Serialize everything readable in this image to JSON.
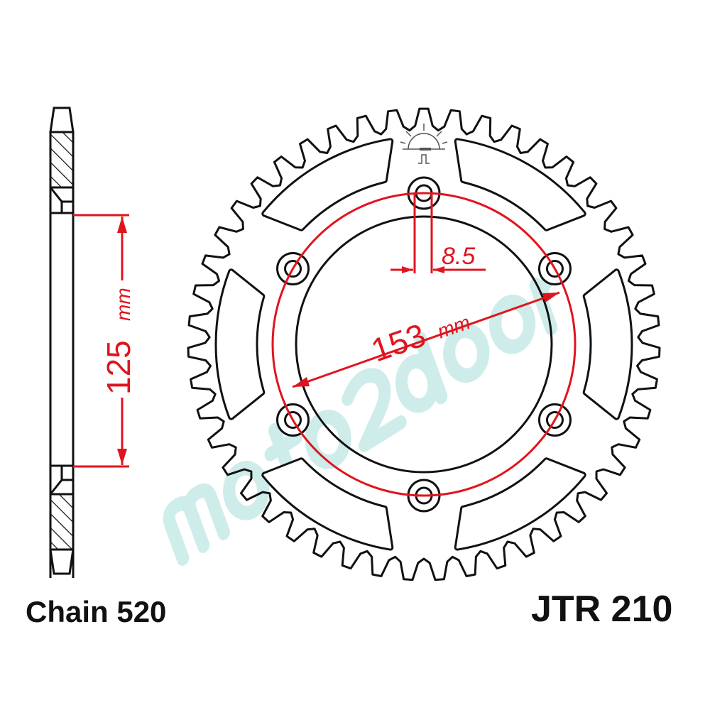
{
  "labels": {
    "chain": "Chain 520",
    "model": "JTR 210"
  },
  "dimensions": {
    "hub_height": "125",
    "hub_height_unit": "mm",
    "bolt_circle": "153",
    "bolt_circle_unit": "mm",
    "bolt_hole": "8.5"
  },
  "watermark": "moto2door",
  "colors": {
    "outline": "#111111",
    "dimension": "#e0141e",
    "watermark": "#bfe6e2"
  },
  "sprocket": {
    "bolt_holes": 6,
    "slots": 6,
    "teeth": 47
  }
}
